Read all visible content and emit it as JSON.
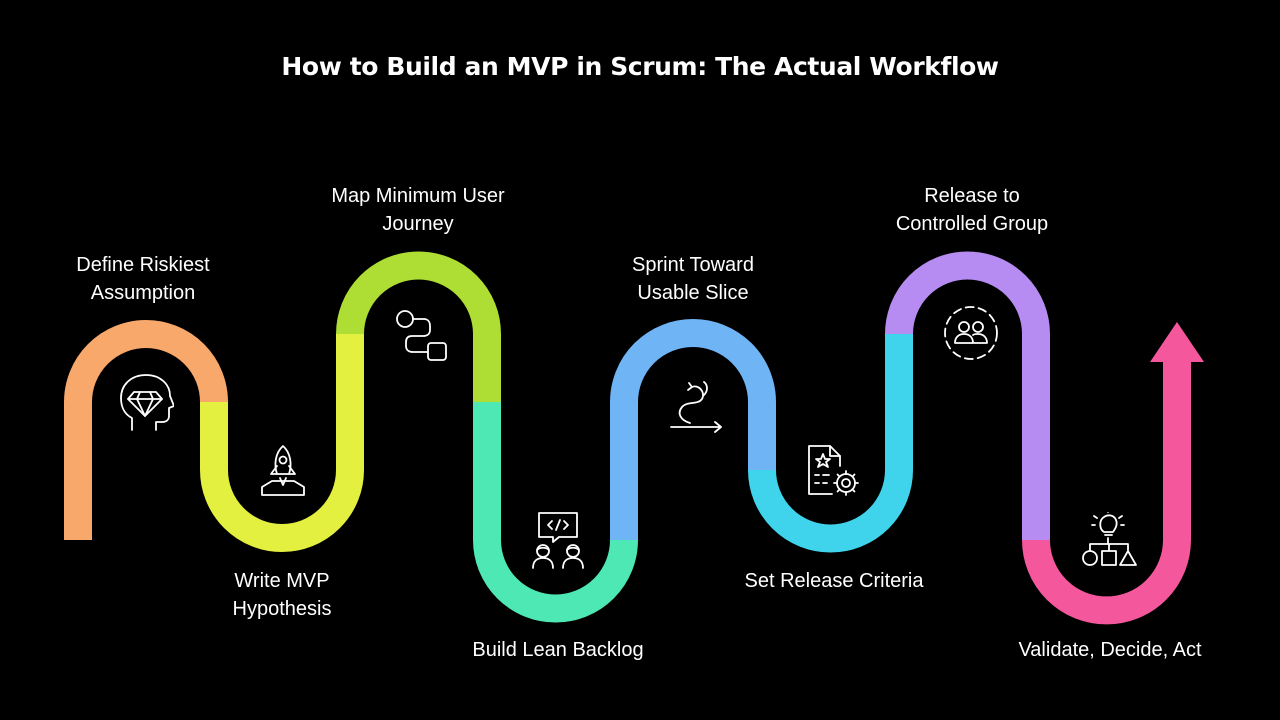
{
  "title": "How to Build an MVP in Scrum: The Actual Workflow",
  "steps": [
    {
      "id": 1,
      "lines": [
        "Define Riskiest",
        "Assumption"
      ],
      "color": "#F9A86B",
      "icon": "diamond-head-icon"
    },
    {
      "id": 2,
      "lines": [
        "Write MVP",
        "Hypothesis"
      ],
      "color": "#E4F03F",
      "icon": "rocket-launch-icon"
    },
    {
      "id": 3,
      "lines": [
        "Map Minimum User",
        "Journey"
      ],
      "color": "#AEDD34",
      "icon": "user-flow-icon"
    },
    {
      "id": 4,
      "lines": [
        "Build Lean Backlog"
      ],
      "color": "#4EE8B4",
      "icon": "code-collaboration-icon"
    },
    {
      "id": 5,
      "lines": [
        "Sprint Toward",
        "Usable Slice"
      ],
      "color": "#6FB4F5",
      "icon": "sprint-path-icon"
    },
    {
      "id": 6,
      "lines": [
        "Set Release Criteria"
      ],
      "color": "#3FD4EC",
      "icon": "document-settings-icon"
    },
    {
      "id": 7,
      "lines": [
        "Release to",
        "Controlled Group"
      ],
      "color": "#B68CF2",
      "icon": "user-group-icon"
    },
    {
      "id": 8,
      "lines": [
        "Validate, Decide, Act"
      ],
      "color": "#F5579C",
      "icon": "decision-flow-icon"
    }
  ]
}
